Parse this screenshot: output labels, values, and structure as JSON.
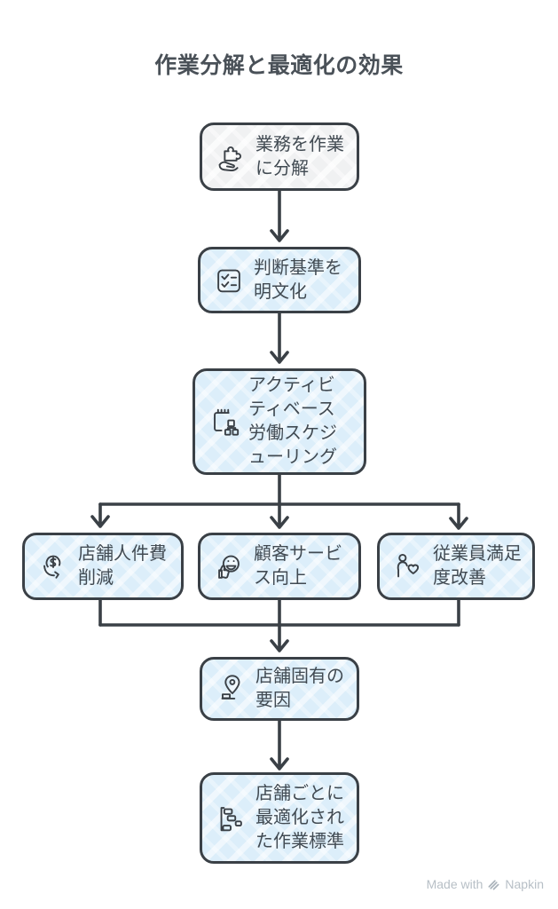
{
  "title": "作業分解と最適化の効果",
  "nodes": [
    {
      "id": "decompose",
      "label": "業務を作業に分解",
      "icon": "hand-puzzle-icon",
      "variant": "gray"
    },
    {
      "id": "criteria",
      "label": "判断基準を明文化",
      "icon": "checklist-icon",
      "variant": "blue"
    },
    {
      "id": "abs-scheduling",
      "label": "アクティビティベース労働スケジューリング",
      "icon": "schedule-board-icon",
      "variant": "blue"
    },
    {
      "id": "labor-cost",
      "label": "店舗人件費削減",
      "icon": "dollar-decrease-icon",
      "variant": "blue"
    },
    {
      "id": "customer-service",
      "label": "顧客サービス向上",
      "icon": "thumbs-up-smiley-icon",
      "variant": "blue"
    },
    {
      "id": "employee-satisfaction",
      "label": "従業員満足度改善",
      "icon": "person-heart-icon",
      "variant": "blue"
    },
    {
      "id": "store-factors",
      "label": "店舗固有の要因",
      "icon": "map-pin-icon",
      "variant": "blue"
    },
    {
      "id": "work-standards",
      "label": "店舗ごとに最適化された作業標準",
      "icon": "step-blocks-icon",
      "variant": "blue"
    }
  ],
  "edges": [
    {
      "from": "decompose",
      "to": "criteria"
    },
    {
      "from": "criteria",
      "to": "abs-scheduling"
    },
    {
      "from": "abs-scheduling",
      "to": "labor-cost"
    },
    {
      "from": "abs-scheduling",
      "to": "customer-service"
    },
    {
      "from": "abs-scheduling",
      "to": "employee-satisfaction"
    },
    {
      "from": "labor-cost",
      "to": "store-factors"
    },
    {
      "from": "customer-service",
      "to": "store-factors"
    },
    {
      "from": "employee-satisfaction",
      "to": "store-factors"
    },
    {
      "from": "store-factors",
      "to": "work-standards"
    }
  ],
  "footer": {
    "made_with": "Made with",
    "brand": "Napkin"
  },
  "colors": {
    "stroke": "#3a4046",
    "text": "#414a52",
    "title": "#4a5158",
    "node_blue": "#dceefa",
    "node_gray": "#f0f1f2",
    "footer_text": "#b7bfc6"
  }
}
